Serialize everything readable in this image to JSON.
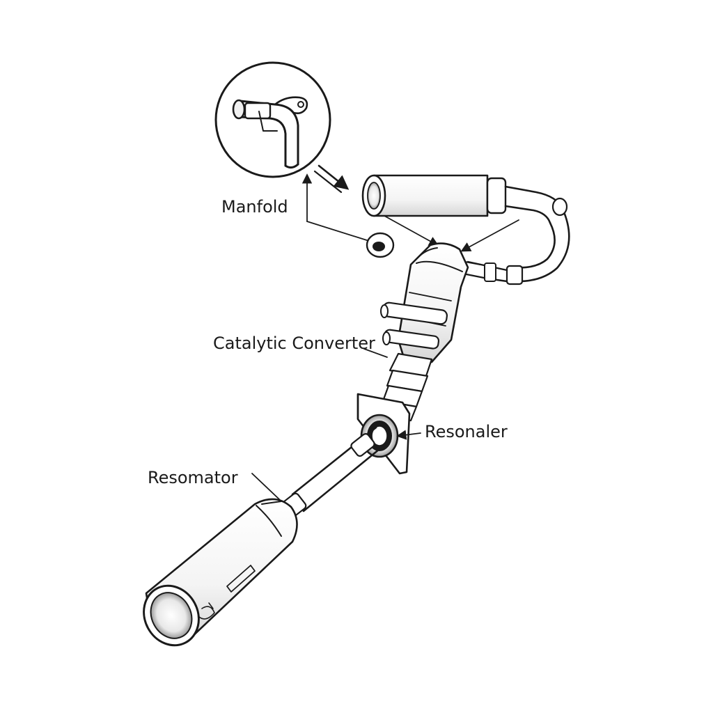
{
  "diagram": {
    "labels": {
      "manifold": "Manfold",
      "catalytic_converter": "Catalytic Converter",
      "resonaler": "Resonaler",
      "resomator": "Resomator"
    },
    "colors": {
      "ink": "#1a1a1a",
      "background": "#ffffff",
      "shade": "#cfcfcf"
    }
  }
}
